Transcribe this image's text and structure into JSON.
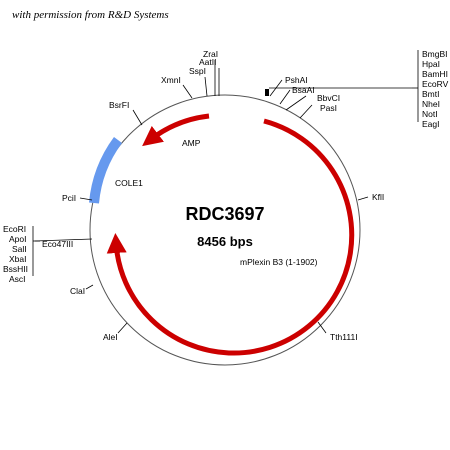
{
  "credit": "with permission from R&D Systems",
  "plasmid": {
    "name": "RDC3697",
    "size": "8456 bps"
  },
  "features": {
    "amp": "AMP",
    "cole1": "COLE1",
    "insert": "mPlexin B3 (1-1902)"
  },
  "sites": {
    "zral": "ZraI",
    "aatii": "AatII",
    "sspi": "SspI",
    "xmni": "XmnI",
    "bsrfi": "BsrFI",
    "pcii": "PciI",
    "ecori": "EcoRI",
    "apoi": "ApoI",
    "sali": "SalI",
    "xbai": "XbaI",
    "bsshii": "BssHII",
    "ascl": "AscI",
    "eco47iii": "Eco47III",
    "clai": "ClaI",
    "alei": "AleI",
    "tth111i": "Tth111I",
    "kfli": "KflI",
    "pasi": "PasI",
    "bbvci": "BbvCI",
    "bsaai": "BsaAI",
    "pshai": "PshAI",
    "bmgbi": "BmgBI",
    "hpai": "HpaI",
    "bamhi": "BamHI",
    "ecorv": "EcoRV",
    "bmti": "BmtI",
    "nhei": "NheI",
    "noti": "NotI",
    "eagi": "EagI"
  },
  "colors": {
    "arrow": "#cc0000",
    "origin": "#6699ee",
    "circle": "#555555",
    "text": "#000000"
  }
}
